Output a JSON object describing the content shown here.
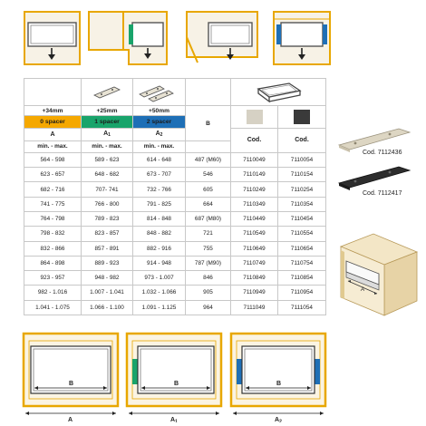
{
  "table": {
    "headers": {
      "col_a_offset": "+34mm",
      "col_a1_offset": "+25mm",
      "col_a2_offset": "+50mm",
      "col_a_spacer": "0 spacer",
      "col_a1_spacer": "1 spacer",
      "col_a2_spacer": "2 spacer",
      "col_a": "A",
      "col_a1": "A",
      "col_a1_sub": "1",
      "col_a2": "A",
      "col_a2_sub": "2",
      "col_b": "B",
      "col_cod1": "Cod.",
      "col_cod2": "Cod.",
      "minmax_a": "min. - max.",
      "minmax_a1": "min. - max.",
      "minmax_a2": "min. - max."
    },
    "rows": [
      [
        "564 - 598",
        "589 - 623",
        "614 - 648",
        "487 (M60)",
        "7110049",
        "7110054"
      ],
      [
        "623 - 657",
        "648 - 682",
        "673 - 707",
        "546",
        "7110149",
        "7110154"
      ],
      [
        "682 - 716",
        "707- 741",
        "732 - 766",
        "605",
        "7110249",
        "7110254"
      ],
      [
        "741 - 775",
        "766 - 800",
        "791 - 825",
        "664",
        "7110349",
        "7110354"
      ],
      [
        "764 - 798",
        "789 - 823",
        "814 - 848",
        "687 (M80)",
        "7110449",
        "7110454"
      ],
      [
        "798 - 832",
        "823 - 857",
        "848 - 882",
        "721",
        "7110549",
        "7110554"
      ],
      [
        "832 - 866",
        "857 - 891",
        "882 - 916",
        "755",
        "7110649",
        "7110654"
      ],
      [
        "864 - 898",
        "889 - 923",
        "914 - 948",
        "787 (M90)",
        "7110749",
        "7110754"
      ],
      [
        "923 - 957",
        "948 - 982",
        "973 - 1.007",
        "846",
        "7110849",
        "7110854"
      ],
      [
        "982 - 1.016",
        "1.007 - 1.041",
        "1.032 - 1.066",
        "905",
        "7110949",
        "7110954"
      ],
      [
        "1.041 - 1.075",
        "1.066 - 1.100",
        "1.091 - 1.125",
        "964",
        "7111049",
        "7111054"
      ]
    ]
  },
  "spacers": {
    "beige_code": "Cod. 7112436",
    "black_code": "Cod. 7112417"
  },
  "bottom_diagrams": {
    "d1_inner": "B",
    "d1_outer": "A",
    "d2_inner": "B",
    "d2_outer": "A",
    "d2_outer_sub": "1",
    "d3_inner": "B",
    "d3_outer": "A",
    "d3_outer_sub": "2"
  },
  "iso_diagram": {
    "label": "A"
  },
  "colors": {
    "cabinet": "#f2a900",
    "spacer_0": "#f5a800",
    "spacer_1": "#19a46b",
    "spacer_2": "#1e6fb6",
    "swatch_beige": "#d6d1c4",
    "swatch_black": "#3a3a3a"
  }
}
